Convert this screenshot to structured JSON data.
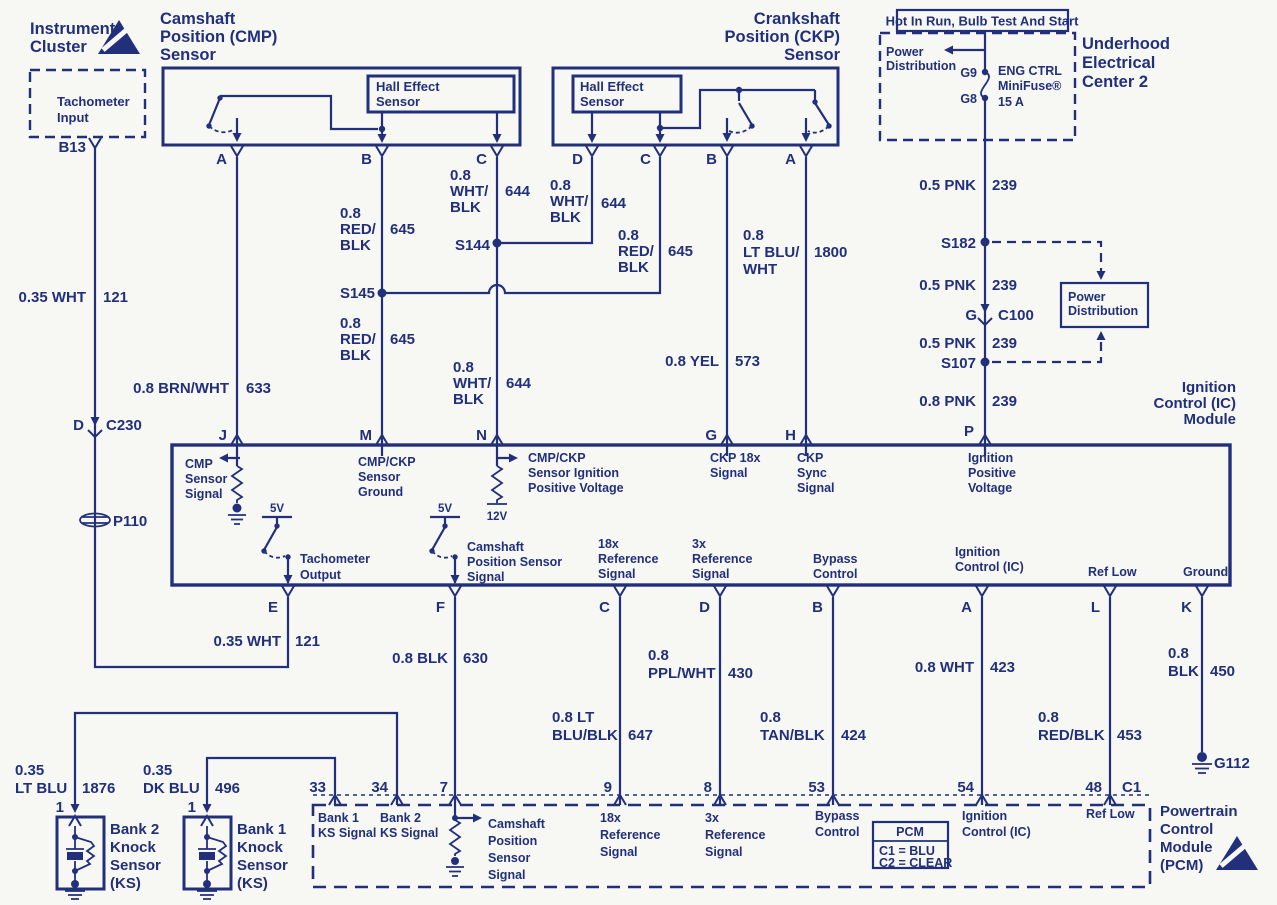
{
  "colors": {
    "ink": "#22307c",
    "paper": "#f7f7f3"
  },
  "instrument_cluster": {
    "title": [
      "Instrument",
      "Cluster"
    ],
    "box": [
      "Tachometer",
      "Input"
    ],
    "pin": "B13",
    "connector_pin": "D",
    "connector": "C230",
    "grommet": "P110"
  },
  "cmp": {
    "title": [
      "Camshaft",
      "Position (CMP)",
      "Sensor"
    ],
    "hall": [
      "Hall Effect",
      "Sensor"
    ],
    "pins": [
      "A",
      "B",
      "C"
    ]
  },
  "ckp": {
    "title": [
      "Crankshaft",
      "Position (CKP)",
      "Sensor"
    ],
    "hall": [
      "Hall Effect",
      "Sensor"
    ],
    "pins": [
      "D",
      "C",
      "B",
      "A"
    ]
  },
  "uhec": {
    "banner": "Hot In Run, Bulb Test And Start",
    "power_distribution": [
      "Power",
      "Distribution"
    ],
    "fuse_top_pin": "G9",
    "fuse_bottom_pin": "G8",
    "fuse": [
      "ENG CTRL",
      "MiniFuse®",
      "15 A"
    ],
    "title": [
      "Underhood",
      "Electrical",
      "Center 2"
    ]
  },
  "power_dist_box": [
    "Power",
    "Distribution"
  ],
  "splices": {
    "s144": "S144",
    "s145": "S145",
    "s182": "S182",
    "s107": "S107"
  },
  "connectors": {
    "c100_pin": "G",
    "c100": "C100"
  },
  "grounds": {
    "g112": "G112"
  },
  "wires": {
    "wht121_a": {
      "t": [
        "0.35 WHT"
      ],
      "c": "121"
    },
    "wht121_b": {
      "t": [
        "0.35 WHT"
      ],
      "c": "121"
    },
    "brnwht633": {
      "t": [
        "0.8 BRN/WHT"
      ],
      "c": "633"
    },
    "redblk645_a": {
      "t": [
        "0.8",
        "RED/",
        "BLK"
      ],
      "c": "645"
    },
    "redblk645_b": {
      "t": [
        "0.8",
        "RED/",
        "BLK"
      ],
      "c": "645"
    },
    "redblk645_c": {
      "t": [
        "0.8",
        "RED/",
        "BLK"
      ],
      "c": "645"
    },
    "whtblk644_a": {
      "t": [
        "0.8",
        "WHT/",
        "BLK"
      ],
      "c": "644"
    },
    "whtblk644_b": {
      "t": [
        "0.8",
        "WHT/",
        "BLK"
      ],
      "c": "644"
    },
    "whtblk644_c": {
      "t": [
        "0.8",
        "WHT/",
        "BLK"
      ],
      "c": "644"
    },
    "yel573": {
      "t": [
        "0.8 YEL"
      ],
      "c": "573"
    },
    "ltbluwht1800": {
      "t": [
        "0.8",
        "LT BLU/",
        "WHT"
      ],
      "c": "1800"
    },
    "pnk239_a": {
      "t": [
        "0.5 PNK"
      ],
      "c": "239"
    },
    "pnk239_b": {
      "t": [
        "0.5 PNK"
      ],
      "c": "239"
    },
    "pnk239_c": {
      "t": [
        "0.5 PNK"
      ],
      "c": "239"
    },
    "pnk239_d": {
      "t": [
        "0.8 PNK"
      ],
      "c": "239"
    },
    "blk630": {
      "t": [
        "0.8 BLK"
      ],
      "c": "630"
    },
    "ltblublk647": {
      "t": [
        "0.8 LT",
        "BLU/BLK"
      ],
      "c": "647"
    },
    "pplwht430": {
      "t": [
        "0.8",
        "PPL/WHT"
      ],
      "c": "430"
    },
    "tanblk424": {
      "t": [
        "0.8",
        "TAN/BLK"
      ],
      "c": "424"
    },
    "wht423": {
      "t": [
        "0.8 WHT"
      ],
      "c": "423"
    },
    "redblk453": {
      "t": [
        "0.8",
        "RED/BLK"
      ],
      "c": "453"
    },
    "blk450": {
      "t": [
        "0.8",
        "BLK"
      ],
      "c": "450"
    },
    "ltblu1876": {
      "t": [
        "0.35",
        "LT BLU"
      ],
      "c": "1876"
    },
    "dkblu496": {
      "t": [
        "0.35",
        "DK BLU"
      ],
      "c": "496"
    }
  },
  "ic_module": {
    "title": [
      "Ignition",
      "Control (IC)",
      "Module"
    ],
    "pins_top": [
      "J",
      "M",
      "N",
      "G",
      "H",
      "P"
    ],
    "pins_bottom": [
      "E",
      "F",
      "C",
      "D",
      "B",
      "A",
      "L",
      "K"
    ],
    "cmp_signal": [
      "CMP",
      "Sensor",
      "Signal"
    ],
    "sensor_ground": [
      "CMP/CKP",
      "Sensor",
      "Ground"
    ],
    "ign_pos": [
      "CMP/CKP",
      "Sensor Ignition",
      "Positive Voltage"
    ],
    "ckp18x": [
      "CKP 18x",
      "Signal"
    ],
    "ckpsync": [
      "CKP",
      "Sync",
      "Signal"
    ],
    "ign_positive_voltage": [
      "Ignition",
      "Positive",
      "Voltage"
    ],
    "v5": "5V",
    "v12": "12V",
    "tach_out": [
      "Tachometer",
      "Output"
    ],
    "cam_pos": [
      "Camshaft",
      "Position Sensor",
      "Signal"
    ],
    "ref18": [
      "18x",
      "Reference",
      "Signal"
    ],
    "ref3": [
      "3x",
      "Reference",
      "Signal"
    ],
    "bypass": [
      "Bypass",
      "Control"
    ],
    "ic_ctl": [
      "Ignition",
      "Control (IC)"
    ],
    "ref_low": "Ref Low",
    "ground": "Ground"
  },
  "pcm": {
    "pins": [
      "33",
      "34",
      "7",
      "9",
      "8",
      "53",
      "54",
      "48"
    ],
    "c1_label": "C1",
    "bank1": [
      "Bank 1",
      "KS Signal"
    ],
    "bank2": [
      "Bank 2",
      "KS Signal"
    ],
    "cam": [
      "Camshaft",
      "Position",
      "Sensor",
      "Signal"
    ],
    "ref18": [
      "18x",
      "Reference",
      "Signal"
    ],
    "ref3": [
      "3x",
      "Reference",
      "Signal"
    ],
    "bypass": [
      "Bypass",
      "Control"
    ],
    "ic_ctl": [
      "Ignition",
      "Control (IC)"
    ],
    "ref_low": "Ref Low",
    "legend": {
      "title": "PCM",
      "c1": "C1 = BLU",
      "c2": "C2 = CLEAR"
    },
    "title": [
      "Powertrain",
      "Control",
      "Module",
      "(PCM)"
    ]
  },
  "knock2": {
    "pin": "1",
    "title": [
      "Bank 2",
      "Knock",
      "Sensor",
      "(KS)"
    ]
  },
  "knock1": {
    "pin": "1",
    "title": [
      "Bank 1",
      "Knock",
      "Sensor",
      "(KS)"
    ]
  }
}
